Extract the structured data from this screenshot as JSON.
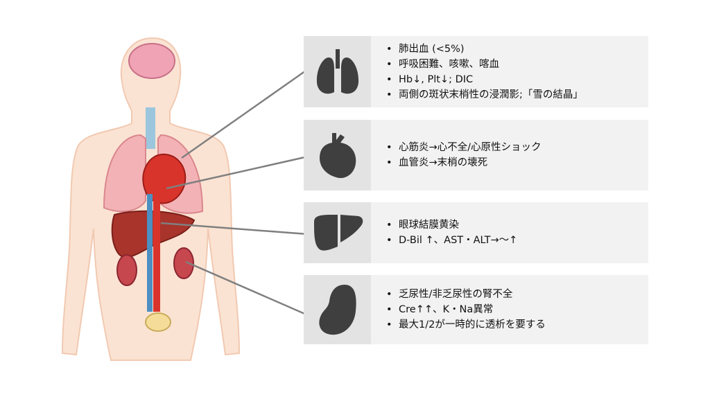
{
  "panels": [
    {
      "organ": "lungs",
      "icon": "lungs-icon",
      "items": [
        "肺出血 (<5%)",
        "呼吸困難、咳嗽、喀血",
        "Hb↓, Plt↓; DIC",
        "両側の斑状末梢性の浸潤影;「雪の結晶」"
      ]
    },
    {
      "organ": "heart",
      "icon": "heart-icon",
      "items": [
        "心筋炎→心不全/心原性ショック",
        "血管炎→末梢の壊死"
      ]
    },
    {
      "organ": "liver",
      "icon": "liver-icon",
      "items": [
        "眼球結膜黄染",
        "D-Bil ↑、AST・ALT→～↑"
      ]
    },
    {
      "organ": "kidney",
      "icon": "kidney-icon",
      "items": [
        "乏尿性/非乏尿性の腎不全",
        "Cre↑↑、K・Na異常",
        "最大1/2が一時的に透析を要する"
      ]
    }
  ],
  "colors": {
    "icon": "#3f3f3f",
    "panel": "#f2f2f2",
    "iconbg": "#e3e3e3",
    "line": "#7f7f7f"
  }
}
